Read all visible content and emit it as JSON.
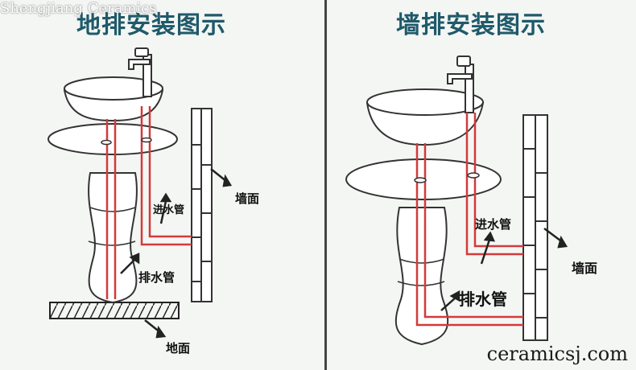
{
  "watermark_top": "Shengjiang Ceramics",
  "watermark_bottom": "ceramicsj.com",
  "left_panel": {
    "title": "地排安装图示",
    "inlet_label": "进水管",
    "drain_label": "排水管",
    "wall_label": "墙面",
    "floor_label": "地面"
  },
  "right_panel": {
    "title": "墙排安装图示",
    "inlet_label": "进水管",
    "drain_label": "排水管",
    "wall_label": "墙面"
  },
  "colors": {
    "pipe": "#d33a3a",
    "outline": "#333333",
    "title": "#1f5a6a"
  }
}
